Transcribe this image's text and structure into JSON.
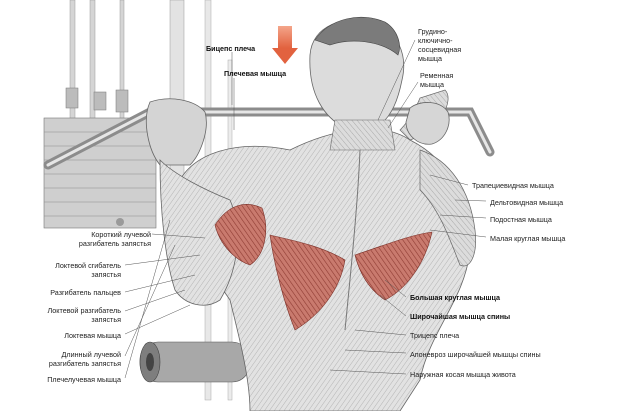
{
  "title_labels": {
    "biceps": "Бицепс плеча",
    "brachialis": "Плечевая мышца"
  },
  "right_labels": {
    "sternocleido": "Грудино-\nключично-\nсосцевидная\nмышца",
    "belt": "Ременная\nмышца",
    "trapezius": "Трапециевидная мышца",
    "deltoid": "Дельтовидная мышца",
    "infraspinatus": "Подостная мышца",
    "teres_minor": "Малая круглая мышца",
    "teres_major": "Большая круглая мышца",
    "latissimus": "Широчайшая мышца спины",
    "triceps": "Трицепс плеча",
    "aponeurosis": "Апоневроз широчайшей мышцы спины",
    "oblique": "Наружная косая мышца живота"
  },
  "left_labels": {
    "ecrb": "Короткий лучевой\nразгибатель запястья",
    "fcu": "Локтевой сгибатель\nзапястья",
    "ed": "Разгибатель пальцев",
    "ecu": "Локтевой разгибатель\nзапястья",
    "anconeus": "Локтевая мышца",
    "ecrl": "Длинный лучевой\nразгибатель запястья",
    "brachioradialis": "Плечелучевая мышца"
  },
  "colors": {
    "highlight_muscle": "#b5564c",
    "arrow": "#e8714f",
    "machine": "#cfcfcf",
    "skin": "#d9d9d9"
  }
}
